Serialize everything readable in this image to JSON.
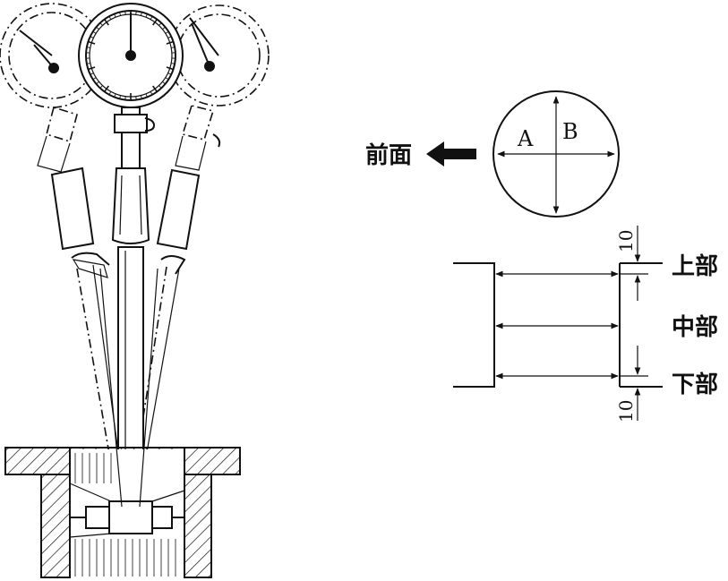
{
  "labels": {
    "front": "前面",
    "a": "A",
    "b": "B",
    "upper": "上部",
    "middle": "中部",
    "lower": "下部",
    "dim_top": "10",
    "dim_bottom": "10"
  },
  "icons": {
    "direction": "arrow-left-icon"
  },
  "colors": {
    "line": "#111111",
    "background": "#ffffff"
  }
}
